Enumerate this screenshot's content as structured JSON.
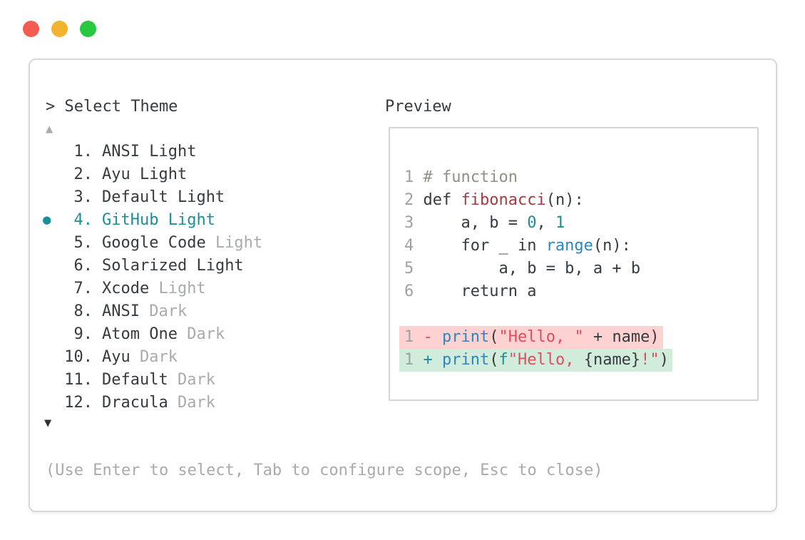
{
  "window": {
    "controls": [
      {
        "name": "close",
        "color": "#f45c52"
      },
      {
        "name": "minimize",
        "color": "#f2b32e"
      },
      {
        "name": "zoom",
        "color": "#28c840"
      }
    ]
  },
  "palette": {
    "fg": "#363b40",
    "dim": "#a8abae",
    "lnum": "#9ea1a4",
    "teal": "#1c8e96",
    "blue": "#2e86c1",
    "crimson": "#dc4f5e",
    "brick": "#a63a40",
    "comment": "#8d9384",
    "add_bg": "#d2ecdc",
    "del_bg": "#fdd2d0",
    "border": "#d6d8da"
  },
  "selector": {
    "title": "> Select Theme",
    "scroll_up": "▲",
    "scroll_down": "▼",
    "selected_bullet": "●",
    "items": [
      {
        "number": "1.",
        "name": "ANSI",
        "suffix": "Light",
        "dim_suffix": false,
        "selected": false
      },
      {
        "number": "2.",
        "name": "Ayu",
        "suffix": "Light",
        "dim_suffix": false,
        "selected": false
      },
      {
        "number": "3.",
        "name": "Default",
        "suffix": "Light",
        "dim_suffix": false,
        "selected": false
      },
      {
        "number": "4.",
        "name": "GitHub",
        "suffix": "Light",
        "dim_suffix": false,
        "selected": true
      },
      {
        "number": "5.",
        "name": "Google Code",
        "suffix": "Light",
        "dim_suffix": true,
        "selected": false
      },
      {
        "number": "6.",
        "name": "Solarized",
        "suffix": "Light",
        "dim_suffix": false,
        "selected": false
      },
      {
        "number": "7.",
        "name": "Xcode",
        "suffix": "Light",
        "dim_suffix": true,
        "selected": false
      },
      {
        "number": "8.",
        "name": "ANSI",
        "suffix": "Dark",
        "dim_suffix": true,
        "selected": false
      },
      {
        "number": "9.",
        "name": "Atom One",
        "suffix": "Dark",
        "dim_suffix": true,
        "selected": false
      },
      {
        "number": "10.",
        "name": "Ayu",
        "suffix": "Dark",
        "dim_suffix": true,
        "selected": false
      },
      {
        "number": "11.",
        "name": "Default",
        "suffix": "Dark",
        "dim_suffix": true,
        "selected": false
      },
      {
        "number": "12.",
        "name": "Dracula",
        "suffix": "Dark",
        "dim_suffix": true,
        "selected": false
      }
    ],
    "footer_hint": "(Use Enter to select, Tab to configure scope, Esc to close)"
  },
  "preview": {
    "label": "Preview",
    "lines": [
      {
        "n": "1",
        "hl": null,
        "tokens": [
          [
            "# function",
            "comment"
          ]
        ]
      },
      {
        "n": "2",
        "hl": null,
        "tokens": [
          [
            "def ",
            "fg"
          ],
          [
            "fibonacci",
            "brick"
          ],
          [
            "(n):",
            "fg"
          ]
        ]
      },
      {
        "n": "3",
        "hl": null,
        "tokens": [
          [
            "    a, b = ",
            "fg"
          ],
          [
            "0",
            "teal"
          ],
          [
            ", ",
            "fg"
          ],
          [
            "1",
            "teal"
          ]
        ]
      },
      {
        "n": "4",
        "hl": null,
        "tokens": [
          [
            "    for _ in ",
            "fg"
          ],
          [
            "range",
            "blue"
          ],
          [
            "(n):",
            "fg"
          ]
        ]
      },
      {
        "n": "5",
        "hl": null,
        "tokens": [
          [
            "        a, b = b, a + b",
            "fg"
          ]
        ]
      },
      {
        "n": "6",
        "hl": null,
        "tokens": [
          [
            "    return a",
            "fg"
          ]
        ]
      },
      {
        "n": "",
        "hl": null,
        "tokens": []
      },
      {
        "n": "1",
        "hl": "del",
        "tokens": [
          [
            "- ",
            "crimson"
          ],
          [
            "print",
            "blue"
          ],
          [
            "(",
            "fg"
          ],
          [
            "\"Hello, \"",
            "crimson"
          ],
          [
            " + name)",
            "fg"
          ]
        ]
      },
      {
        "n": "1",
        "hl": "add",
        "tokens": [
          [
            "+ ",
            "teal"
          ],
          [
            "print",
            "blue"
          ],
          [
            "(",
            "fg"
          ],
          [
            "f",
            "teal"
          ],
          [
            "\"Hello, ",
            "crimson"
          ],
          [
            "{name}",
            "fg"
          ],
          [
            "!\"",
            "crimson"
          ],
          [
            ")",
            "fg"
          ]
        ]
      }
    ]
  }
}
